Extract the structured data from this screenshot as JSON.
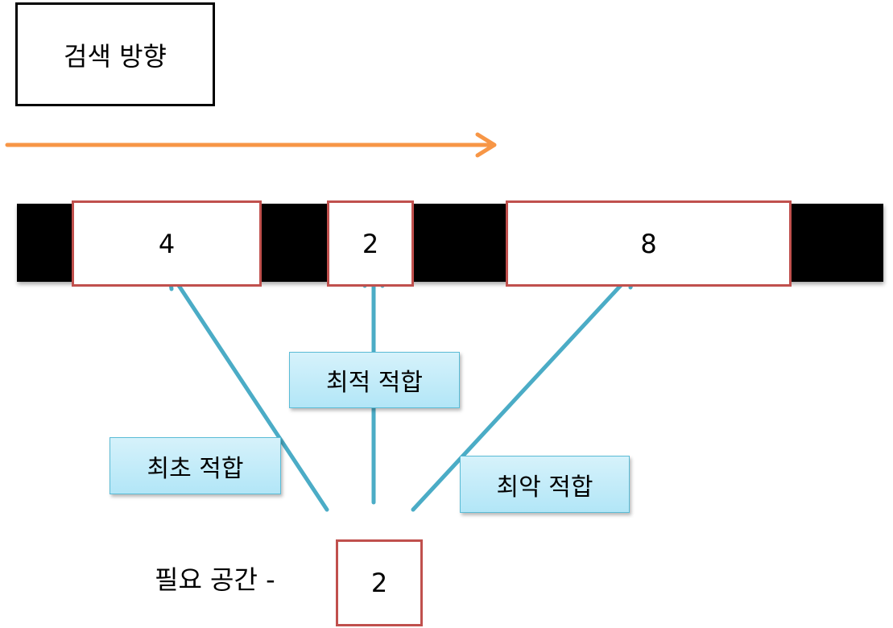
{
  "direction_title": "검색 방향",
  "memory": {
    "blocks": [
      {
        "size": "4"
      },
      {
        "size": "2"
      },
      {
        "size": "8"
      }
    ]
  },
  "fits": {
    "first": "최초 적합",
    "best": "최적 적합",
    "worst": "최악 적합"
  },
  "required": {
    "label": "필요 공간 -",
    "size": "2"
  },
  "colors": {
    "direction_arrow": "#f79646",
    "fit_arrows": "#4bacc6",
    "block_border": "#c0504d",
    "allocated": "#000000",
    "label_fill": "#c5ecf8"
  }
}
